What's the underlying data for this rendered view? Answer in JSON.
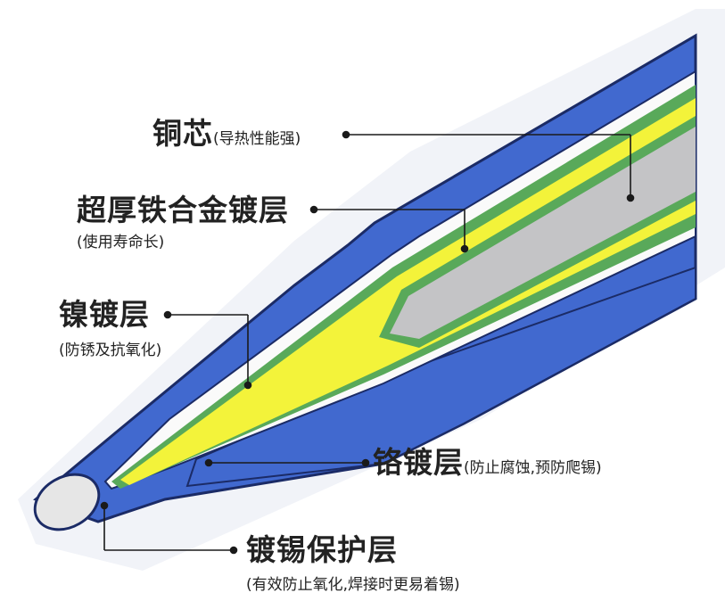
{
  "diagram": {
    "colors": {
      "outer_shell": "#4169cf",
      "chrome_layer": "#4169cf",
      "nickel_layer": "#59a95a",
      "iron_layer": "#f3f33a",
      "copper_core": "#c4c4c6",
      "leader_lines": "#1a1a1a"
    },
    "labels": {
      "copper_core": {
        "title": "铜芯",
        "note": "(导热性能强)"
      },
      "iron_plating": {
        "title": "超厚铁合金镀层",
        "note": "(使用寿命长)"
      },
      "nickel_plating": {
        "title": "镍镀层",
        "note": "(防锈及抗氧化)"
      },
      "chrome_plating": {
        "title": "铬镀层",
        "note": "(防止腐蚀,预防爬锡)"
      },
      "tin_plating": {
        "title": "镀锡保护层",
        "note": "(有效防止氧化,焊接时更易着锡)"
      }
    }
  }
}
